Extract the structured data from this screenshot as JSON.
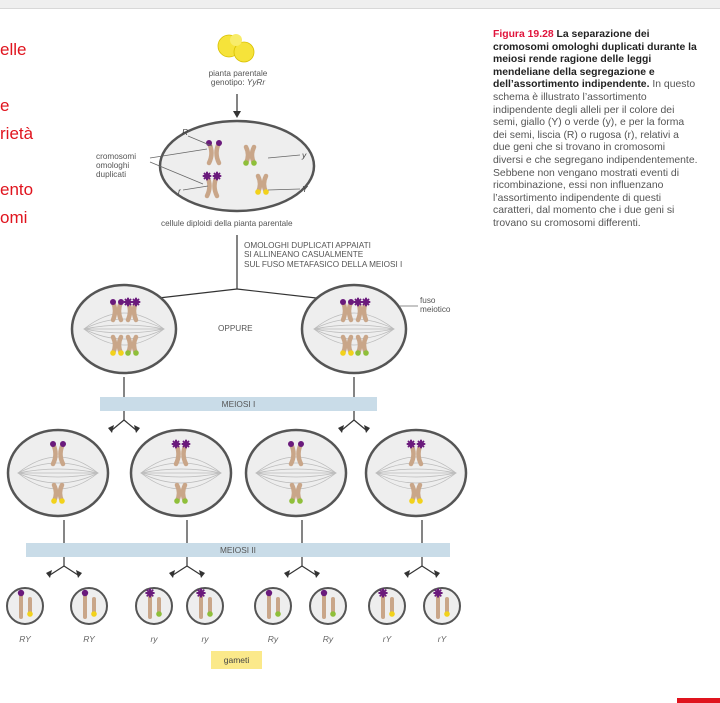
{
  "slide": {
    "left_text_lines": [
      "elle",
      "",
      "e",
      "rietà",
      "",
      "ento",
      "omi"
    ]
  },
  "figure": {
    "parent_label_line1": "pianta parentale",
    "parent_label_line2_prefix": "genotipo: ",
    "parent_genotype": "YyRr",
    "homologs_label": [
      "cromosomi",
      "omologhi",
      "duplicati"
    ],
    "allele_R": "R",
    "allele_r": "r",
    "allele_y": "y",
    "allele_Y": "Y",
    "diploid_cells_label": "cellule diploidi della pianta parentale",
    "alignment_text": [
      "OMOLOGHI DUPLICATI APPAIATI",
      "SI ALLINEANO CASUALMENTE",
      "SUL FUSO METAFASICO DELLA MEIOSI I"
    ],
    "oppure": "OPPURE",
    "spindle_label": [
      "fuso",
      "meiotico"
    ],
    "meiosis1": "MEIOSI I",
    "meiosis2": "MEIOSI II",
    "gametes": [
      "RY",
      "RY",
      "ry",
      "ry",
      "Ry",
      "Ry",
      "rY",
      "rY"
    ],
    "gametes_label": "gameti"
  },
  "caption": {
    "title_red": "Figura 19.28",
    "title_bold": "La separazione dei cromosomi omologhi duplicati durante la meiosi rende ragione delle leggi mendeliane della segregazione e dell’assortimento indipendente.",
    "body": "In questo schema è illustrato l’assortimento indipendente degli alleli per il colore dei semi, giallo (Y) o verde (y), e per la forma dei semi, liscia (R) o rugosa (r), relativi a due geni che si trovano in cromosomi diversi e che segregano indipendentemente. Sebbene non vengano mostrati eventi di ricombinazione, essi non influenzano l’assortimento indipendente di questi caratteri, dal momento che i due geni si trovano su cromosomi differenti."
  },
  "colors": {
    "slide_red": "#e0141e",
    "caption_red": "#e0143c",
    "chromosome": "#c9a689",
    "purple": "#6a1a7c",
    "yellow": "#f2d21b",
    "green": "#8fbf3a",
    "band": "#c9dce8",
    "gametes_bg": "#fbe98a"
  }
}
